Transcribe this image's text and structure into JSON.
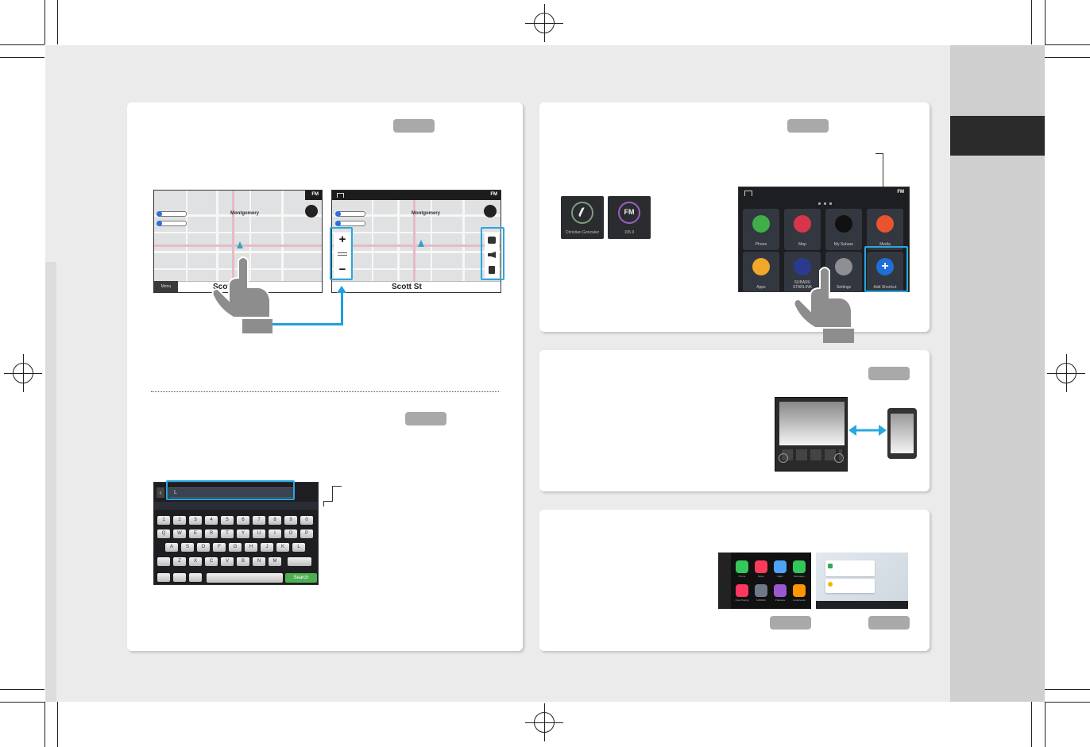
{
  "colors": {
    "accent_cyan": "#29a8e0",
    "tab_dark": "#2b2b2b",
    "page_bg": "#ebebeb",
    "callout_gray": "#8d8d8d"
  },
  "map_left": {
    "fm_label": "FM",
    "city_label": "Montgomery",
    "menu_label": "Menu",
    "street_label": "Scott St"
  },
  "map_right": {
    "fm_label": "FM",
    "city_label": "Montgomery",
    "street_label": "Scott St",
    "zoom_in": "+",
    "zoom_out": "−"
  },
  "keyboard": {
    "row1": [
      "1",
      "2",
      "3",
      "4",
      "5",
      "6",
      "7",
      "8",
      "9",
      "0"
    ],
    "row2": [
      "Q",
      "W",
      "E",
      "R",
      "T",
      "Y",
      "U",
      "I",
      "O",
      "P"
    ],
    "row3": [
      "A",
      "S",
      "D",
      "F",
      "G",
      "H",
      "J",
      "K",
      "L"
    ],
    "row4": [
      "Z",
      "X",
      "C",
      "V",
      "B",
      "N",
      "M"
    ],
    "search_label": "Search",
    "input_value": "L"
  },
  "shortcuts": {
    "phone_tile_label": "Christian Gonzalez",
    "fm_tile_icon": "FM",
    "fm_tile_label": "105.9"
  },
  "home_screen": {
    "fm_label": "FM",
    "tiles": [
      "Phone",
      "Map",
      "My Subaru",
      "Media",
      "Apps",
      "SUBARU STARLINK",
      "Settings",
      "Add Shortcut"
    ]
  },
  "carplay": {
    "apps": [
      "Phone",
      "Music",
      "Maps",
      "Messages",
      "Now Playing",
      "SUBARU",
      "Podcasts",
      "Audiobooks"
    ]
  }
}
